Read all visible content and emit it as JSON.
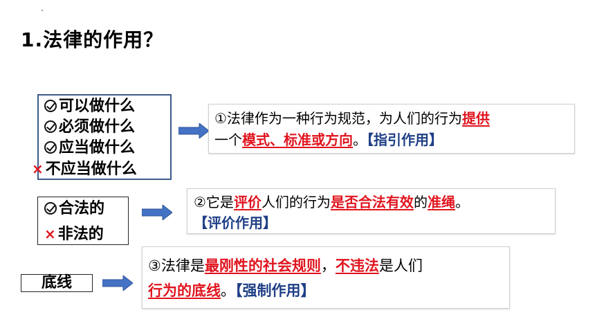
{
  "title": "1.法律的作用？",
  "group1": {
    "items": [
      {
        "mark": "check",
        "text": "可以做什么"
      },
      {
        "mark": "check",
        "text": "必须做什么"
      },
      {
        "mark": "check",
        "text": "应当做什么"
      },
      {
        "mark": "cross",
        "text": "不应当做什么"
      }
    ],
    "desc": {
      "l1a": "①法律作为一种行为规范，为人们的行为",
      "l1b": "提供",
      "l2a": "一个",
      "l2b": "模式、标准或方向",
      "l2c": "。",
      "l2d": "【指引作用】"
    }
  },
  "group2": {
    "items": [
      {
        "mark": "check",
        "text": "合法的"
      },
      {
        "mark": "cross",
        "text": "非法的"
      }
    ],
    "desc": {
      "l1a": "②它是",
      "l1b": "评价",
      "l1c": "人们的行为",
      "l1d": "是否合法有效",
      "l1e": "的",
      "l1f": "准绳",
      "l1g": "。",
      "l2": "【评价作用】"
    }
  },
  "group3": {
    "label": "底线",
    "desc": {
      "l1a": "③法律是",
      "l1b": "最刚性的社会规则",
      "l1c": "，",
      "l1d": "不违法",
      "l1e": "是人们",
      "l2a": "行为的底线",
      "l2b": "。",
      "l2c": "【强制作用】"
    }
  },
  "colors": {
    "red": "#e0141e",
    "blue": "#1f3f86",
    "arrow": "#4472c4",
    "boxBorder": "#3c5a8a"
  }
}
